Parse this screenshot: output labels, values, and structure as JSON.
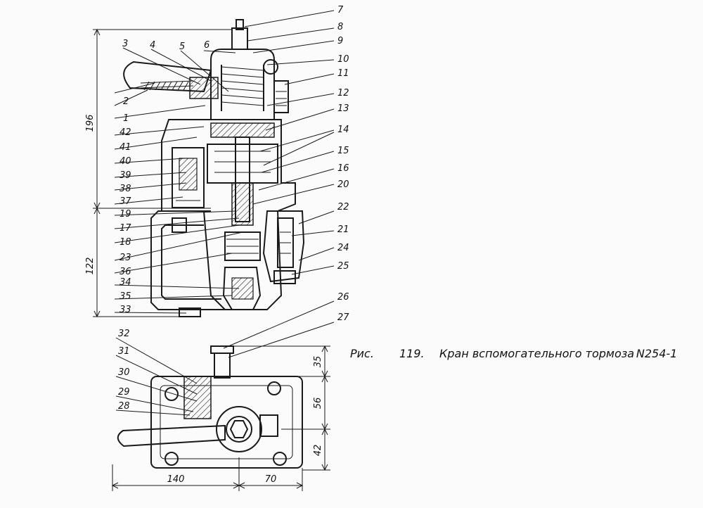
{
  "caption": {
    "prefix": "Рис.",
    "number": "119.",
    "title": "Кран вспомогательного тормоза",
    "model": "N254-1"
  },
  "dimensions": {
    "height_upper": "196",
    "height_lower": "122",
    "plan_top": "35",
    "plan_mid": "56",
    "plan_bottom": "42",
    "width_left": "140",
    "width_right": "70"
  },
  "callouts": [
    "1",
    "2",
    "3",
    "4",
    "5",
    "6",
    "7",
    "8",
    "9",
    "10",
    "11",
    "12",
    "13",
    "14",
    "15",
    "16",
    "17",
    "18",
    "19",
    "20",
    "21",
    "22",
    "23",
    "24",
    "25",
    "26",
    "27",
    "28",
    "29",
    "30",
    "31",
    "32",
    "33",
    "34",
    "35",
    "36",
    "37",
    "38",
    "39",
    "40",
    "41",
    "42"
  ]
}
